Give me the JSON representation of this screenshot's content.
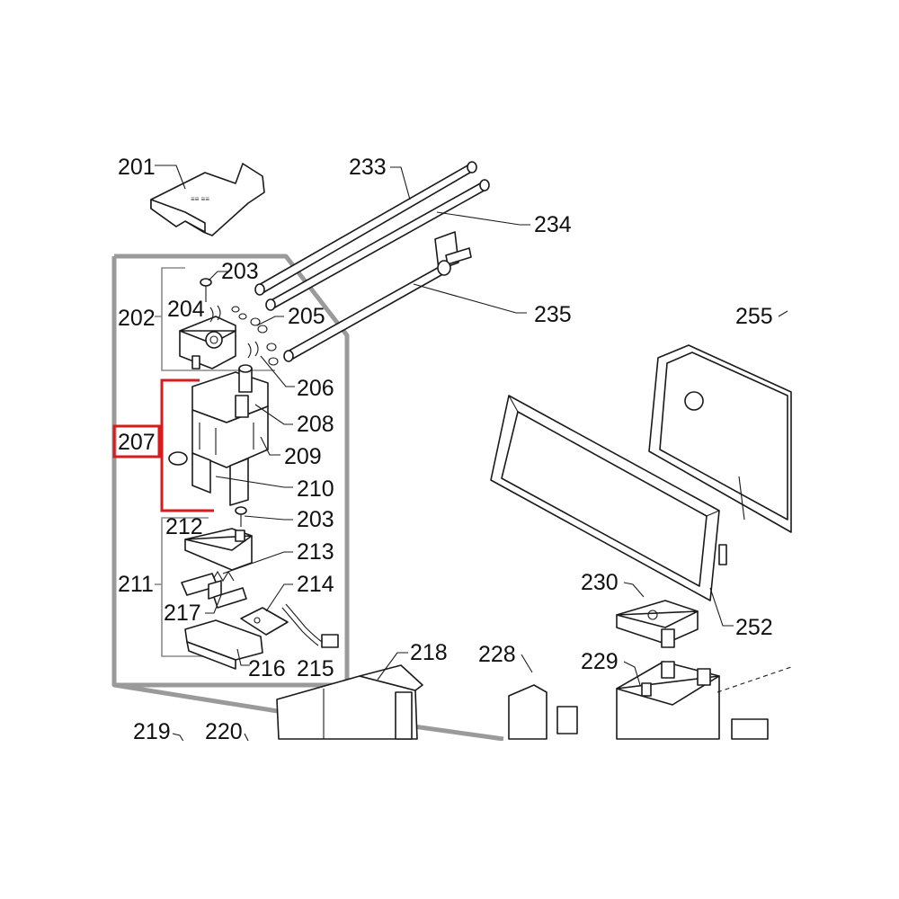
{
  "callouts": {
    "c201": "201",
    "c202": "202",
    "c203a": "203",
    "c203b": "203",
    "c204": "204",
    "c205": "205",
    "c206": "206",
    "c207": "207",
    "c208": "208",
    "c209": "209",
    "c210": "210",
    "c211": "211",
    "c212": "212",
    "c213": "213",
    "c214": "214",
    "c215": "215",
    "c216": "216",
    "c217": "217",
    "c218": "218",
    "c219": "219",
    "c220": "220",
    "c228": "228",
    "c229": "229",
    "c230": "230",
    "c233": "233",
    "c234": "234",
    "c235": "235",
    "c252": "252",
    "c255": "255"
  },
  "highlight": {
    "part": "207",
    "color": "#d81b1b"
  },
  "colors": {
    "frame": "#9a9a9a",
    "lines": "#1a1a1a",
    "highlight": "#d81b1b"
  }
}
